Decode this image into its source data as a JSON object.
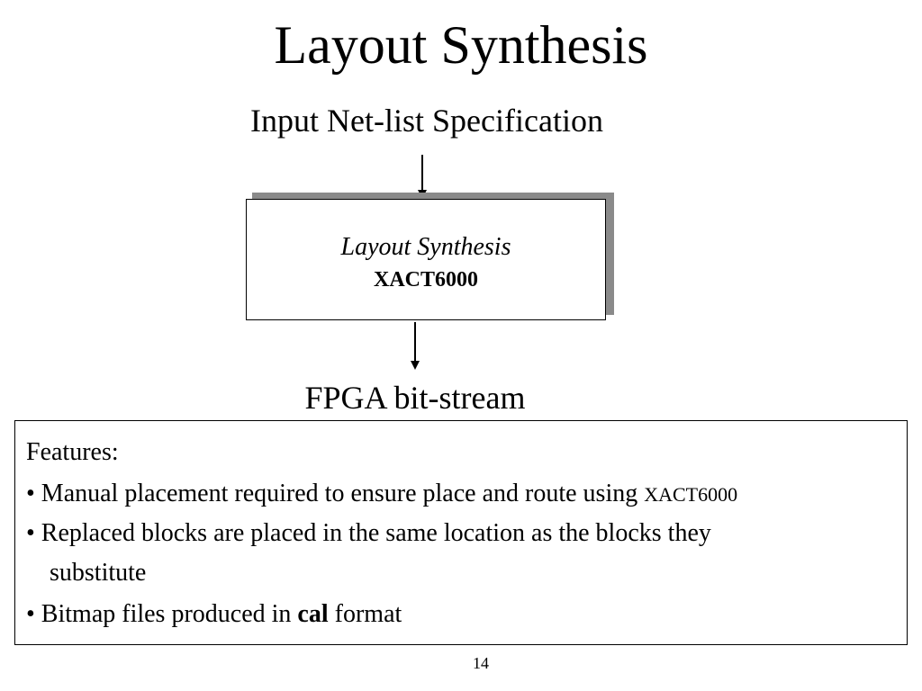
{
  "slide": {
    "title": "Layout Synthesis",
    "page_number": "14"
  },
  "flow": {
    "input_label": "Input Net-list Specification",
    "box_title": "Layout Synthesis",
    "box_subtitle": "XACT6000",
    "output_label": "FPGA bit-stream"
  },
  "features": {
    "heading": "Features:",
    "item1_text": "• Manual placement required to ensure place and route using ",
    "item1_term": "XACT6000",
    "item2_line1": "• Replaced blocks are placed in the same location as the blocks they",
    "item2_line2": "substitute",
    "item3_before": "• Bitmap files produced in ",
    "item3_term": "cal",
    "item3_after": " format"
  }
}
